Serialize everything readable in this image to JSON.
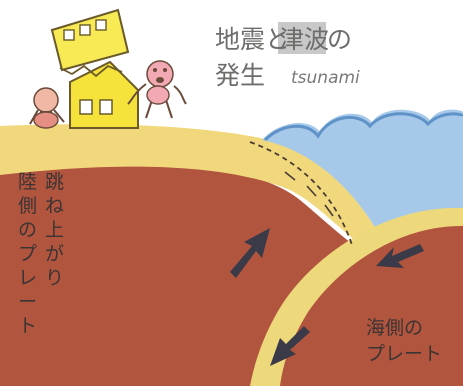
{
  "title": {
    "pre": "地震と",
    "highlight": "津波",
    "post": "の",
    "line2": "発生",
    "romaji": "tsunami"
  },
  "labels": {
    "continental_col1": [
      "陸",
      "側",
      "の",
      "プ",
      "レ",
      "ー",
      "ト"
    ],
    "continental_col2": [
      "跳",
      "ね",
      "上",
      "が",
      "り"
    ],
    "oceanic_line1": "海側の",
    "oceanic_line2": "プレート"
  },
  "colors": {
    "sky": "#ffffff",
    "sea": "#a7c9e9",
    "sea_wave": "#5f93c8",
    "ground": "#f1d87c",
    "plate_body": "#b1553f",
    "plate_edge": "#edd97c",
    "arrow": "#3a3a48",
    "title_highlight": "#c8c8c8"
  }
}
